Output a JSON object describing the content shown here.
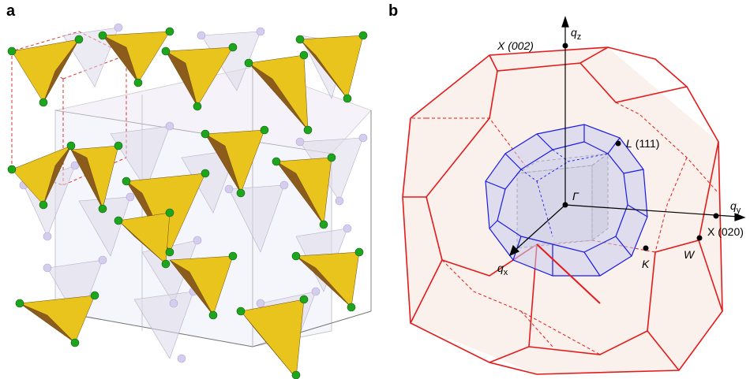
{
  "panel_a": {
    "label": "a",
    "colors": {
      "tetra_face": "#e7c31a",
      "tetra_dark": "#8a5a18",
      "atom": "#1ea51e",
      "ghost_face": "#d8d4e6",
      "ghost_atom": "#c9bfe6",
      "cell_edge": "#e03030"
    }
  },
  "panel_b": {
    "label": "b",
    "axes": {
      "qz_main": "q",
      "qz_sub": "z",
      "qy_main": "q",
      "qy_sub": "y",
      "qx_main": "q",
      "qx_sub": "x"
    },
    "points": {
      "gamma": "Γ",
      "x002": "X (002)",
      "x020": "X (020)",
      "l111_sym": "L",
      "l111_idx": "(111)",
      "k": "K",
      "w": "W"
    },
    "colors": {
      "outer_bz": "#e41a1a",
      "inner_bz": "#1a1ae8",
      "cube": "#808080",
      "face_fill": "#faf1ec"
    }
  }
}
